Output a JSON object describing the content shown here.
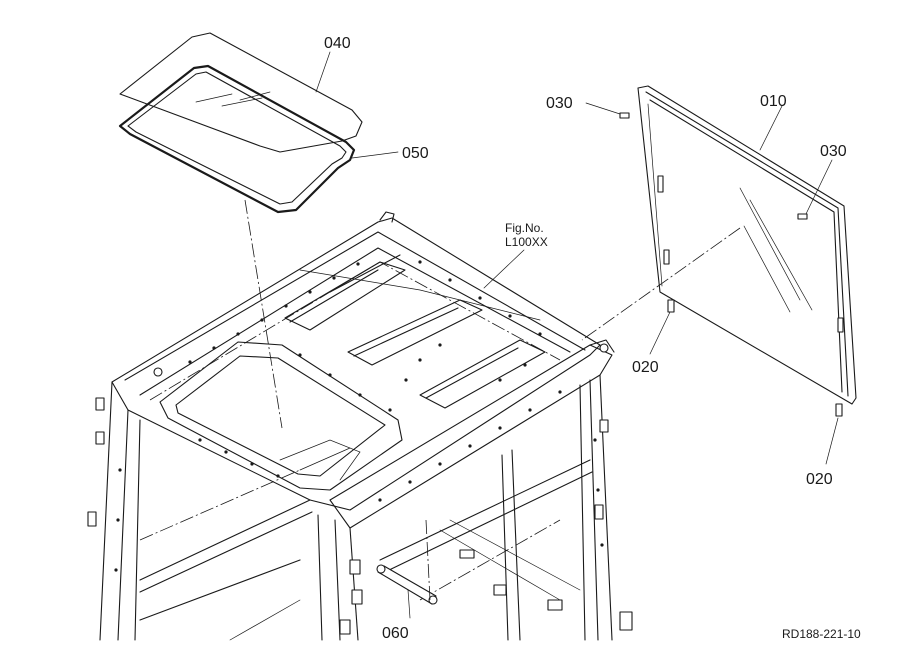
{
  "parts": {
    "p010": "010",
    "p020a": "020",
    "p020b": "020",
    "p030a": "030",
    "p030b": "030",
    "p040": "040",
    "p050": "050",
    "p060": "060"
  },
  "figure_ref": {
    "line1": "Fig.No.",
    "line2": "L100XX"
  },
  "drawing_code": "RD188-221-10",
  "colors": {
    "line": "#1a1a1a",
    "background": "#ffffff"
  }
}
